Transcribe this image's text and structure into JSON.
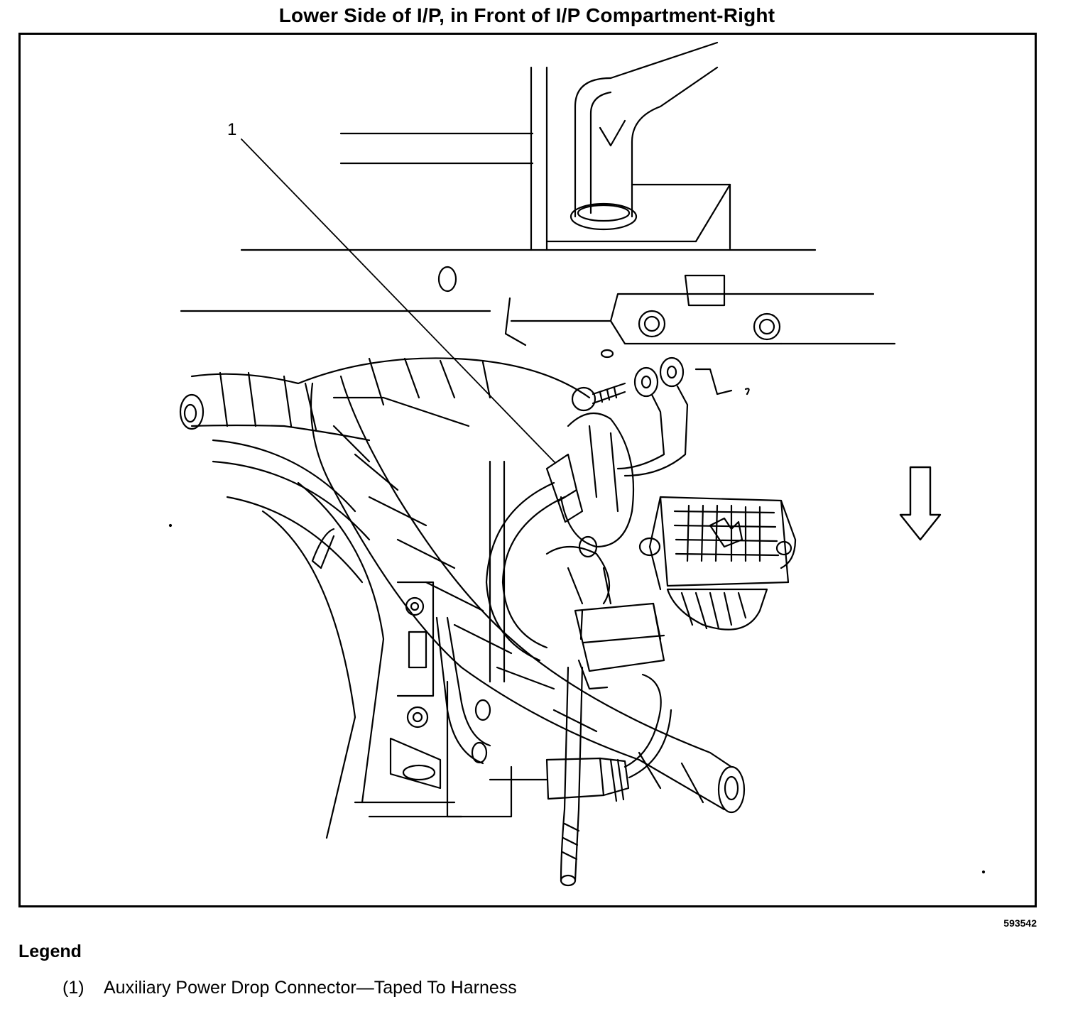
{
  "figure": {
    "title": "Lower Side of I/P, in Front of I/P Compartment-Right",
    "figure_id": "593542",
    "callouts": [
      {
        "label": "1"
      }
    ]
  },
  "legend": {
    "heading": "Legend",
    "items": [
      {
        "number": "(1)",
        "text": "Auxiliary Power Drop Connector—Taped To Harness"
      }
    ]
  },
  "icons": {
    "direction_arrow": "arrow-down-icon"
  },
  "colors": {
    "line": "#000000",
    "background": "#ffffff"
  }
}
